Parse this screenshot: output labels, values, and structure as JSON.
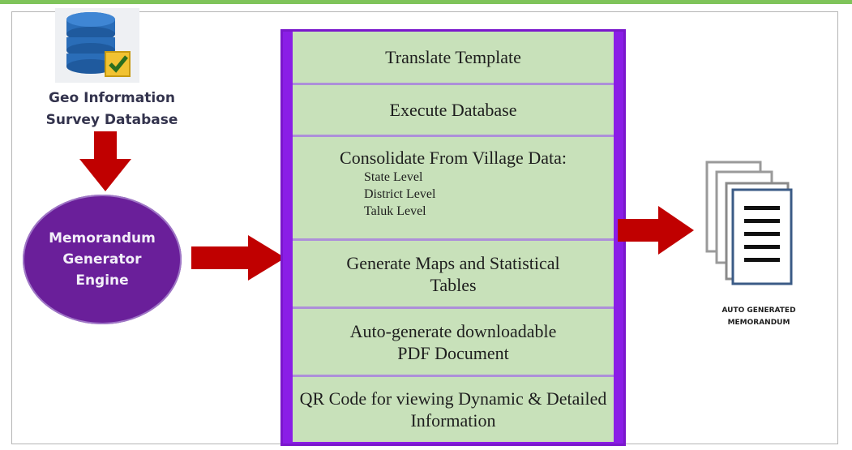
{
  "source": {
    "label": "Geo Information Survey Database",
    "label_line1": "Geo Information",
    "label_line2": "Survey Database",
    "icon": "database-check-icon"
  },
  "engine": {
    "label": "Memorandum Generator Engine",
    "line1": "Memorandum",
    "line2": "Generator",
    "line3": "Engine",
    "color": "#6a1f9a"
  },
  "process_steps": [
    {
      "text": "Translate Template"
    },
    {
      "text": "Execute Database"
    },
    {
      "text": "Consolidate From Village Data:",
      "sub_items": [
        "State Level",
        "District Level",
        "Taluk Level"
      ]
    },
    {
      "text": "Generate Maps and Statistical Tables"
    },
    {
      "text": "Auto-generate downloadable PDF Document"
    },
    {
      "text": "QR Code for viewing Dynamic & Detailed Information"
    }
  ],
  "output": {
    "label_line1": "AUTO GENERATED",
    "label_line2": "MEMORANDUM",
    "icon": "document-stack-icon"
  },
  "colors": {
    "process_border": "#8a1ee6",
    "step_fill": "#c8e1ba",
    "arrow": "#c00000",
    "top_rule": "#7fc45a"
  }
}
